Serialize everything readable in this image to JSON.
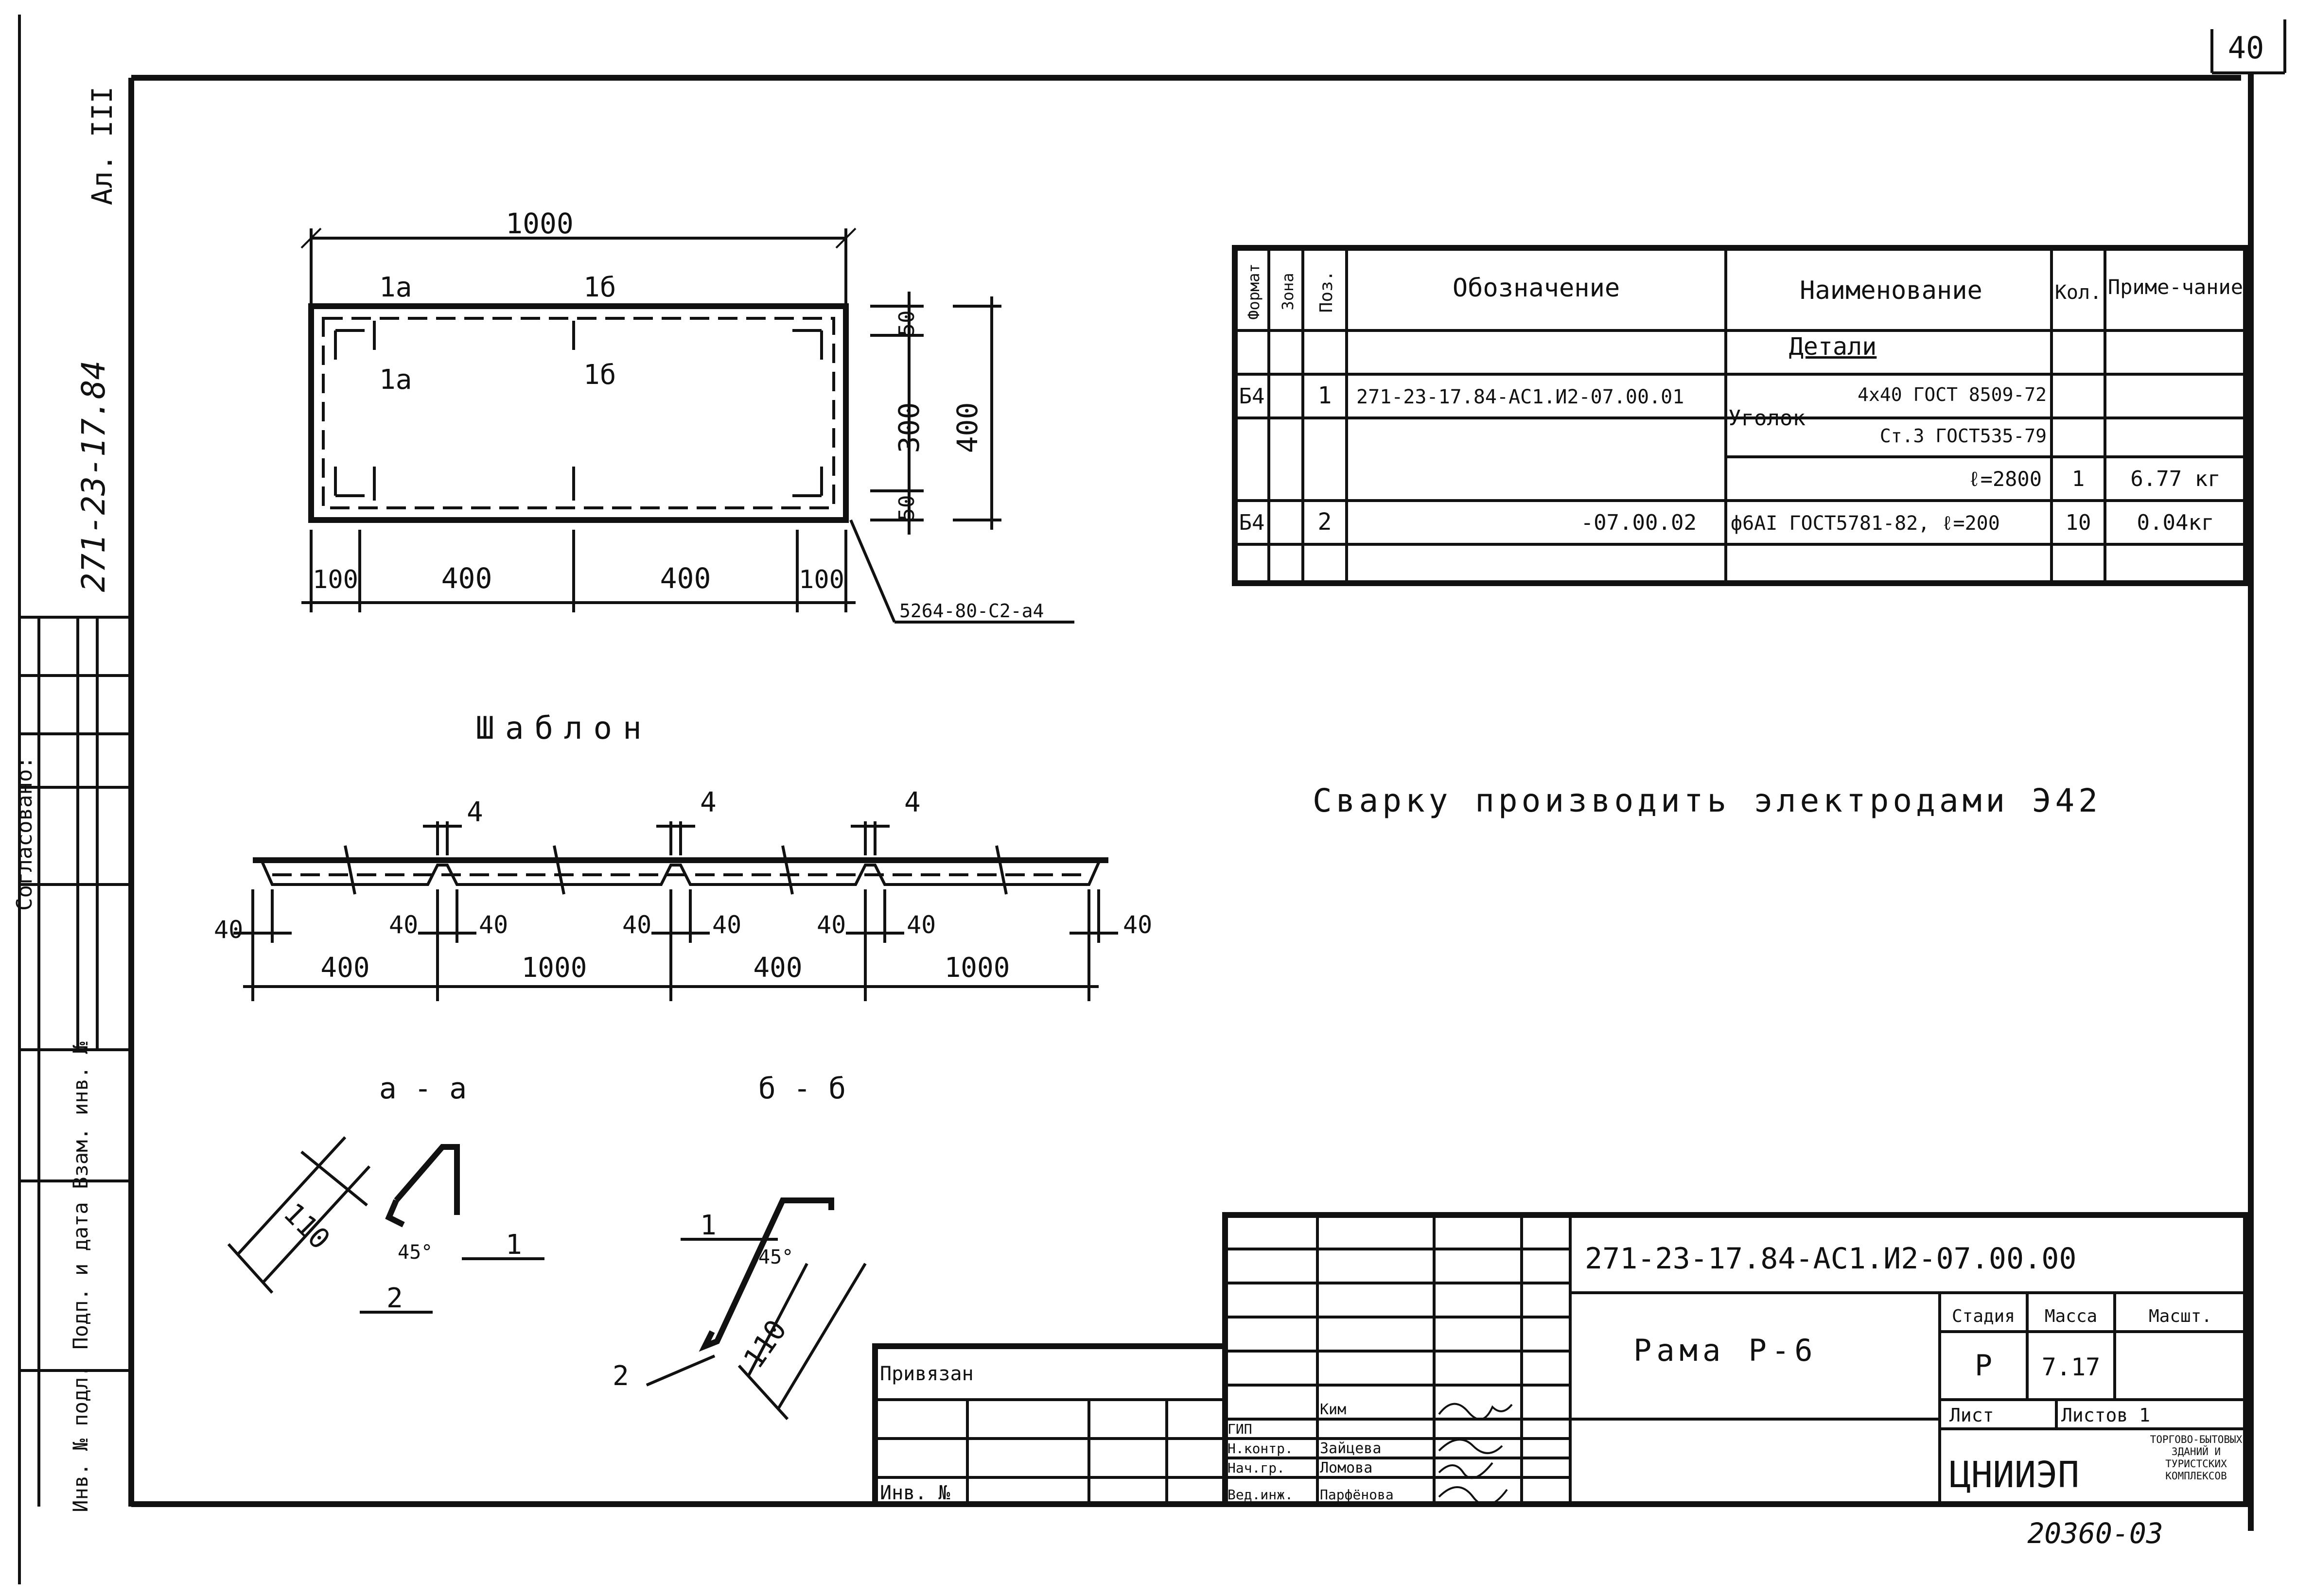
{
  "sheet_number": "40",
  "left_margin": {
    "album": "Ал. III",
    "code": "271-23-17.84",
    "approval": "Согласовано:",
    "vzam_inv": "Взам. инв. №",
    "sign_date": "Подп. и дата",
    "inv_podl": "Инв. № подл."
  },
  "frame_drawing": {
    "overall": "1000",
    "section_a": "1а",
    "section_b": "1б",
    "dim_top": "50",
    "dim_mid": "300",
    "dim_bot": "50",
    "dim_height": "400",
    "dims_bottom": [
      "100",
      "400",
      "400",
      "100"
    ],
    "weld_note": "5264-80-С2-а4"
  },
  "template": {
    "title": "Шаблон",
    "gap": "4",
    "small_dim": "40",
    "spans": [
      "400",
      "1000",
      "400",
      "1000"
    ]
  },
  "sections": {
    "a_label": "а - а",
    "b_label": "б - б",
    "length": "110",
    "angle": "45°",
    "pos1": "1",
    "pos2": "2"
  },
  "spec_table": {
    "headers": [
      "Формат",
      "Зона",
      "Поз.",
      "Обозначение",
      "Наименование",
      "Кол.",
      "Приме-чание"
    ],
    "group": "Детали",
    "rows": [
      {
        "format": "Б4",
        "pos": "1",
        "designation": "271-23-17.84-АС1.И2-07.00.01",
        "name_main": "Уголок",
        "name_top": "4х40 ГОСТ 8509-72",
        "name_bottom": "Ст.3 ГОСТ535-79",
        "qty": "",
        "note": ""
      },
      {
        "format": "",
        "pos": "",
        "designation": "",
        "name": "ℓ=2800",
        "qty": "1",
        "note": "6.77 кг"
      },
      {
        "format": "Б4",
        "pos": "2",
        "designation": "-07.00.02",
        "name": "ф6АI ГОСТ5781-82, ℓ=200",
        "qty": "10",
        "note": "0.04кг"
      }
    ]
  },
  "note": "Сварку производить электродами Э42",
  "title_block": {
    "code": "271-23-17.84-АС1.И2-07.00.00",
    "title": "Рама Р-6",
    "stage_h": "Стадия",
    "mass_h": "Масса",
    "scale_h": "Масшт.",
    "stage": "Р",
    "mass": "7.17",
    "sheet_h": "Лист",
    "sheets_h": "Листов 1",
    "org_logo": "ЦНИИЭП",
    "org_text": "торгово-бытовых зданий и туристских комплексов",
    "privyazan": "Привязан",
    "inv": "Инв. №",
    "roles": [
      "ГИП",
      "Н.контр.",
      "Нач.гр.",
      "Вед.инж."
    ],
    "names": [
      "Ким",
      "Зайцева",
      "Ломова",
      "Парфёнова"
    ]
  },
  "footer_code": "20360-03"
}
